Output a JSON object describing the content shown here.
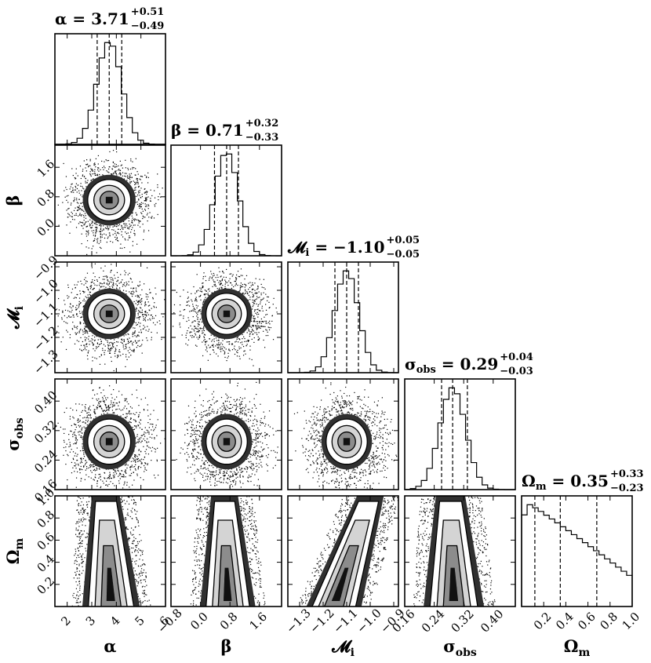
{
  "chart_data": {
    "type": "corner",
    "parameters": [
      {
        "key": "alpha",
        "symbol": "α",
        "sub": "",
        "range": [
          1.5,
          6.0
        ],
        "ticks": [
          "2",
          "3",
          "4",
          "5",
          "6"
        ],
        "tick_values": [
          2,
          3,
          4,
          5,
          6
        ],
        "median": 3.71,
        "plus": 0.51,
        "minus": 0.49,
        "title_value": "3.71",
        "title_plus": "+0.51",
        "title_minus": "−0.49",
        "sd": 0.5
      },
      {
        "key": "beta",
        "symbol": "β",
        "sub": "",
        "range": [
          -0.8,
          2.2
        ],
        "ticks": [
          "−0.8",
          "0.0",
          "0.8",
          "1.6"
        ],
        "tick_values": [
          -0.8,
          0.0,
          0.8,
          1.6
        ],
        "median": 0.71,
        "plus": 0.32,
        "minus": 0.33,
        "title_value": "0.71",
        "title_plus": "+0.32",
        "title_minus": "−0.33",
        "sd": 0.32
      },
      {
        "key": "Mi",
        "symbol": "𝓜",
        "sub": "i",
        "range": [
          -1.35,
          -0.88
        ],
        "ticks": [
          "−1.3",
          "−1.2",
          "−1.1",
          "−1.0",
          "−0.9"
        ],
        "tick_values": [
          -1.3,
          -1.2,
          -1.1,
          -1.0,
          -0.9
        ],
        "median": -1.1,
        "plus": 0.05,
        "minus": 0.05,
        "title_value": "−1.10",
        "title_plus": "+0.05",
        "title_minus": "−0.05",
        "sd": 0.05
      },
      {
        "key": "sigma_obs",
        "symbol": "σ",
        "sub": "obs",
        "range": [
          0.16,
          0.46
        ],
        "ticks": [
          "0.16",
          "0.24",
          "0.32",
          "0.40"
        ],
        "tick_values": [
          0.16,
          0.24,
          0.32,
          0.4
        ],
        "median": 0.29,
        "plus": 0.04,
        "minus": 0.03,
        "title_value": "0.29",
        "title_plus": "+0.04",
        "title_minus": "−0.03",
        "sd": 0.035
      },
      {
        "key": "omega_m",
        "symbol": "Ω",
        "sub": "m",
        "range": [
          0.0,
          1.0
        ],
        "ticks": [
          "0.2",
          "0.4",
          "0.6",
          "0.8",
          "1.0"
        ],
        "tick_values": [
          0.2,
          0.4,
          0.6,
          0.8,
          1.0
        ],
        "median": 0.35,
        "plus": 0.33,
        "minus": 0.23,
        "title_value": "0.35",
        "title_plus": "+0.33",
        "title_minus": "−0.23",
        "sd": 0.28
      }
    ],
    "y_ticks": {
      "beta": [
        "0.0",
        "0.8",
        "1.6"
      ],
      "Mi": [
        "−1.3",
        "−1.2",
        "−1.1",
        "−1.0",
        "−0.9"
      ],
      "sigma_obs": [
        "0.16",
        "0.24",
        "0.32",
        "0.40"
      ],
      "omega_m": [
        "0.2",
        "0.4",
        "0.6",
        "0.8",
        "1.0"
      ]
    },
    "colors": {
      "fill": "#000000",
      "contour": "#000000",
      "background": "#ffffff"
    }
  }
}
